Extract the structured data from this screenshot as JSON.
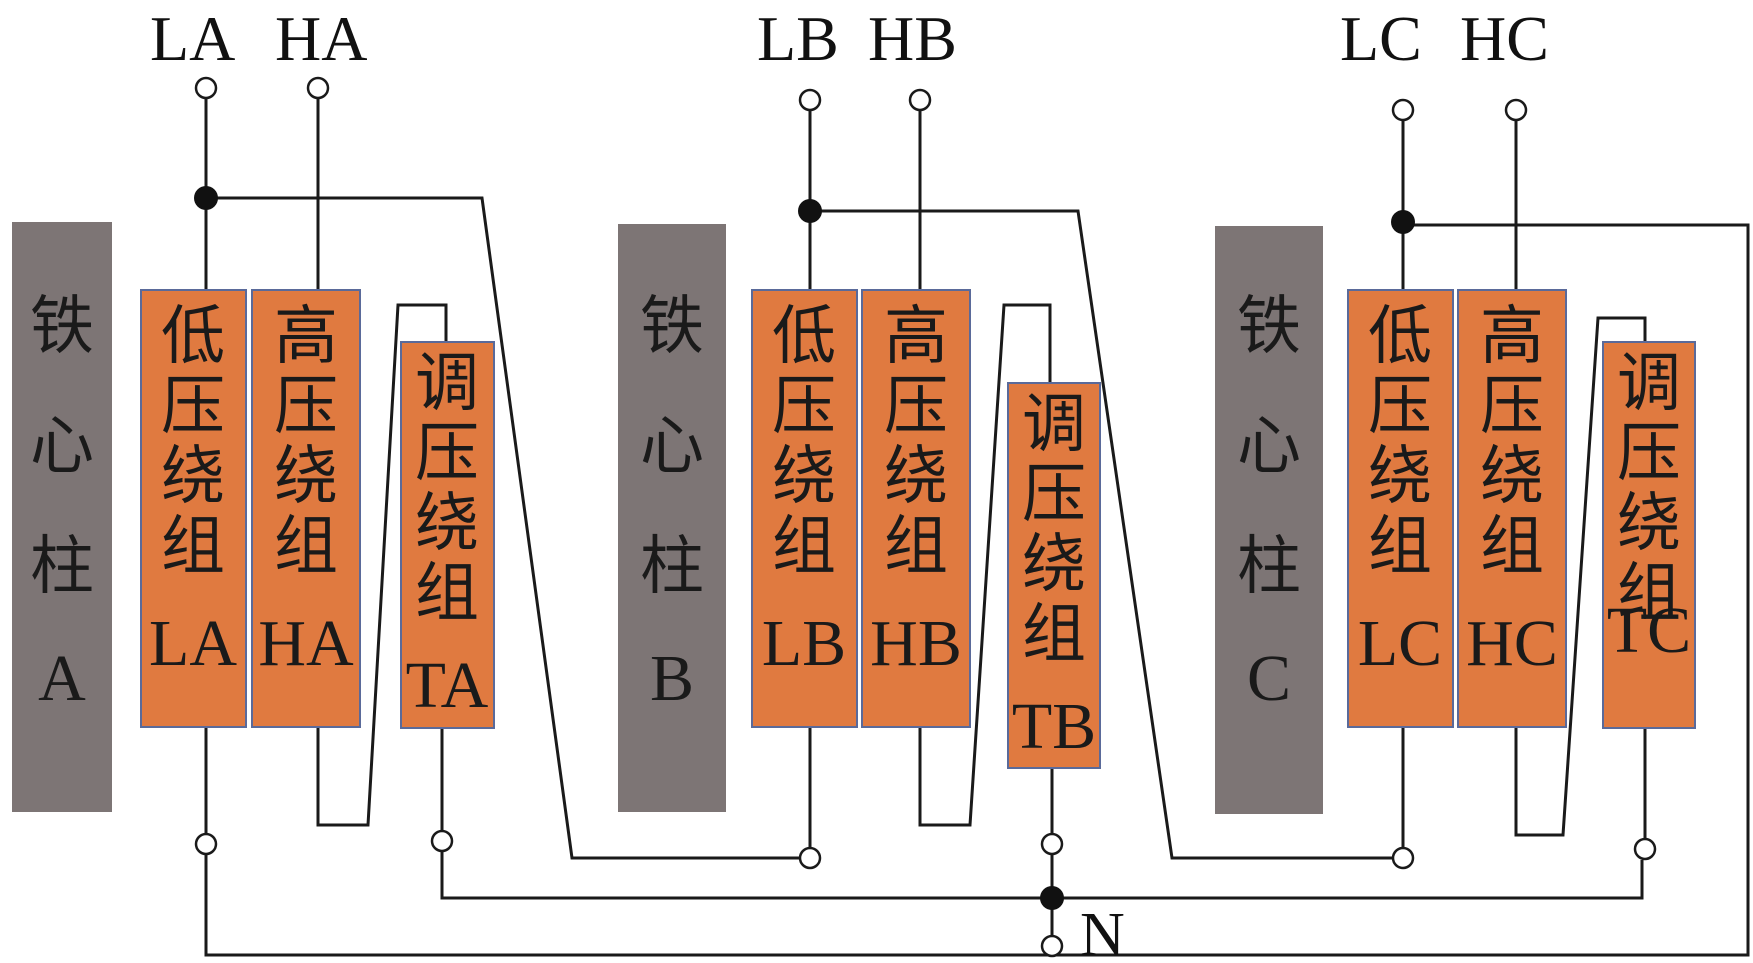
{
  "phases": [
    {
      "id": "A",
      "terminal_labels": {
        "low": "LA",
        "high": "HA"
      },
      "core": {
        "chars": [
          "铁",
          "心",
          "柱"
        ],
        "letter": "A"
      },
      "windings": {
        "low": {
          "chars": [
            "低",
            "压",
            "绕",
            "组"
          ],
          "code": "LA"
        },
        "high": {
          "chars": [
            "高",
            "压",
            "绕",
            "组"
          ],
          "code": "HA"
        },
        "tap": {
          "chars": [
            "调",
            "压",
            "绕",
            "组"
          ],
          "code": "TA"
        }
      }
    },
    {
      "id": "B",
      "terminal_labels": {
        "low": "LB",
        "high": "HB"
      },
      "core": {
        "chars": [
          "铁",
          "心",
          "柱"
        ],
        "letter": "B"
      },
      "windings": {
        "low": {
          "chars": [
            "低",
            "压",
            "绕",
            "组"
          ],
          "code": "LB"
        },
        "high": {
          "chars": [
            "高",
            "压",
            "绕",
            "组"
          ],
          "code": "HB"
        },
        "tap": {
          "chars": [
            "调",
            "压",
            "绕",
            "组"
          ],
          "code": "TB"
        }
      }
    },
    {
      "id": "C",
      "terminal_labels": {
        "low": "LC",
        "high": "HC"
      },
      "core": {
        "chars": [
          "铁",
          "心",
          "柱"
        ],
        "letter": "C"
      },
      "windings": {
        "low": {
          "chars": [
            "低",
            "压",
            "绕",
            "组"
          ],
          "code": "LC"
        },
        "high": {
          "chars": [
            "高",
            "压",
            "绕",
            "组"
          ],
          "code": "HC"
        },
        "tap": {
          "chars": [
            "调",
            "压",
            "绕",
            "组"
          ],
          "code": "TC"
        }
      }
    }
  ],
  "neutral_label": "N",
  "colors": {
    "core": "#7d7575",
    "winding_fill": "#e07a40",
    "winding_border": "#5a6a9a",
    "wire": "#1a1a1a"
  }
}
